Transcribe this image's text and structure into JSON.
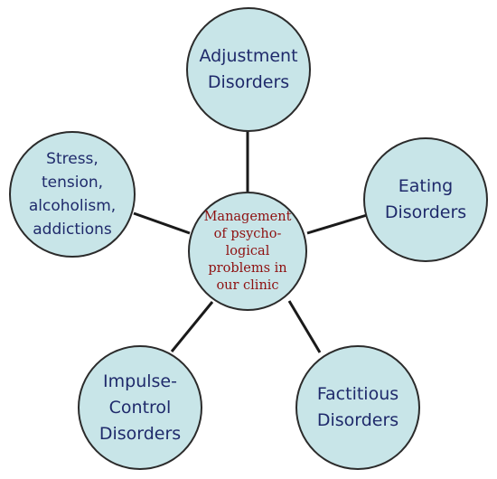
{
  "center": {
    "lines": [
      "Management",
      "of psycho-",
      "logical",
      "problems in",
      "our clinic"
    ]
  },
  "nodes": [
    {
      "id": "adjustment",
      "lines": [
        "Adjustment",
        "Disorders"
      ]
    },
    {
      "id": "eating",
      "lines": [
        "Eating",
        "Disorders"
      ]
    },
    {
      "id": "factitious",
      "lines": [
        "Factitious",
        "Disorders"
      ]
    },
    {
      "id": "impulse",
      "lines": [
        "Impulse-",
        "Control",
        "Disorders"
      ]
    },
    {
      "id": "stress",
      "lines": [
        "Stress,",
        "tension,",
        "alcoholism,",
        "addictions"
      ]
    }
  ],
  "colors": {
    "node_fill": "#c8e5e8",
    "node_border": "#2b2b2b",
    "outer_text": "#1f2a6b",
    "center_text": "#8e1010",
    "connector": "#1a1a1a"
  }
}
